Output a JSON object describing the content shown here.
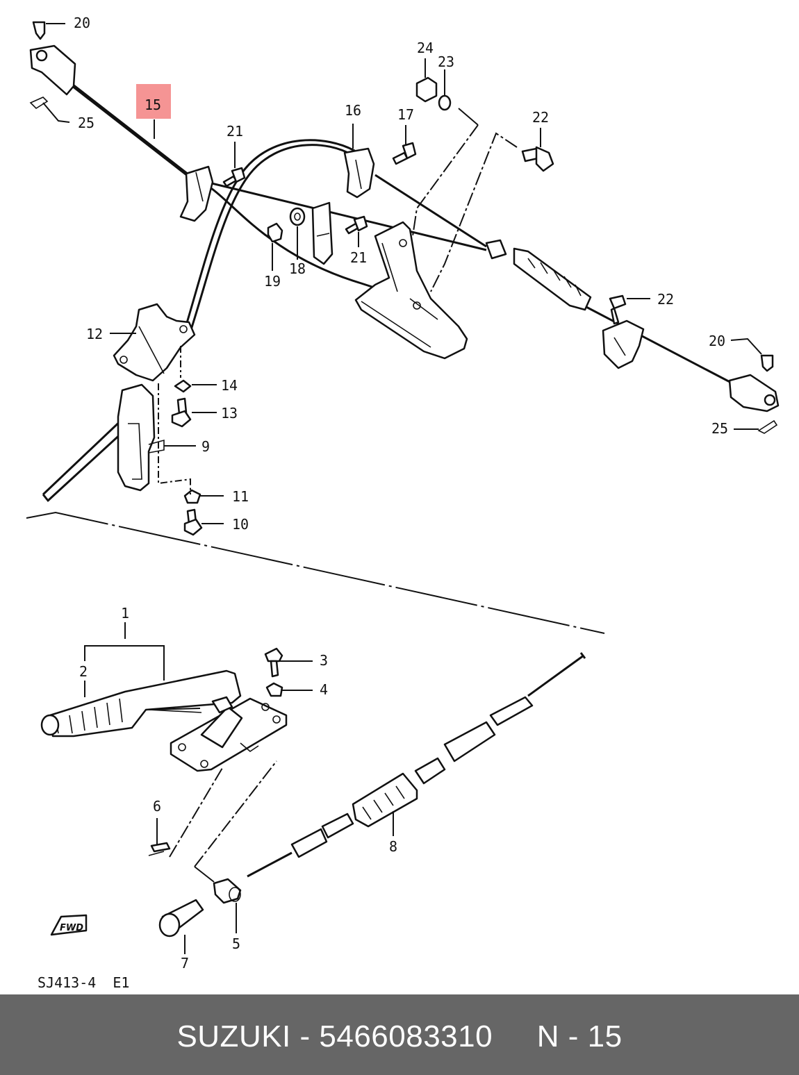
{
  "colors": {
    "highlight": "#f59494",
    "footer_bg": "#666666",
    "footer_text": "#ffffff",
    "line": "#111111"
  },
  "callouts": {
    "c1": "1",
    "c2": "2",
    "c3": "3",
    "c4": "4",
    "c5": "5",
    "c6": "6",
    "c7": "7",
    "c8": "8",
    "c9": "9",
    "c10": "10",
    "c11": "11",
    "c12": "12",
    "c13": "13",
    "c14": "14",
    "c15": "15",
    "c16": "16",
    "c17": "17",
    "c18": "18",
    "c19": "19",
    "c20a": "20",
    "c20b": "20",
    "c21a": "21",
    "c21b": "21",
    "c22a": "22",
    "c22b": "22",
    "c23": "23",
    "c24": "24",
    "c25a": "25",
    "c25b": "25"
  },
  "drawing_code": "SJ413-4  E1",
  "fwd_badge": "FWD",
  "footer": {
    "text": "SUZUKI - 5466083310     N - 15"
  }
}
